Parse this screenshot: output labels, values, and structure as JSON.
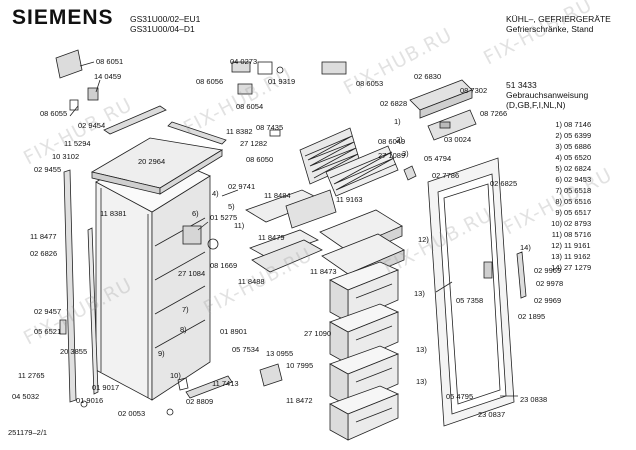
{
  "brand": "SIEMENS",
  "header": {
    "model_1": "GS31U00/02–EU1",
    "model_2": "GS31U00/04–D1",
    "category_1": "KÜHL–, GEFRIERGERÄTE",
    "category_2": "Gefrierschränke, Stand"
  },
  "manual": {
    "number": "51 3433",
    "title": "Gebrauchsanweisung",
    "languages": "(D,GB,F,I,NL,N)"
  },
  "legend": [
    {
      "num": "1)",
      "part": "08 7146"
    },
    {
      "num": "2)",
      "part": "05 6399"
    },
    {
      "num": "3)",
      "part": "05 6886"
    },
    {
      "num": "4)",
      "part": "05 6520"
    },
    {
      "num": "5)",
      "part": "02 6824"
    },
    {
      "num": "6)",
      "part": "02 9453"
    },
    {
      "num": "7)",
      "part": "05 6518"
    },
    {
      "num": "8)",
      "part": "05 6516"
    },
    {
      "num": "9)",
      "part": "05 6517"
    },
    {
      "num": "10)",
      "part": "02 8793"
    },
    {
      "num": "11)",
      "part": "08 5716"
    },
    {
      "num": "12)",
      "part": "11 9161"
    },
    {
      "num": "13)",
      "part": "11 9162"
    },
    {
      "num": "14)",
      "part": "27 1279"
    }
  ],
  "parts": {
    "p086051": "08 6051",
    "p140459": "14 0459",
    "p086055": "08 6055",
    "p029454": "02 9454",
    "p115294": "11 5294",
    "p103102": "10 3102",
    "p029455": "02 9455",
    "p209964": "20 2964",
    "p118381": "11 8381",
    "p118382": "11 8382",
    "p040273": "04 0273",
    "p086056": "08 6056",
    "p019319": "01 9319",
    "p086054": "08 6054",
    "p086053": "08 6053",
    "p026830": "02 6830",
    "p087302": "08 7302",
    "p026828": "02 6828",
    "p087266": "08 7266",
    "p087435": "08 7435",
    "p271282": "27 1282",
    "p086050": "08 6050",
    "p086049": "08 6049",
    "p271089": "27 1089",
    "p030024": "03 0024",
    "p054794": "05 4794",
    "p027786": "02 7786",
    "p026825": "02 6825",
    "p029741": "02 9741",
    "p118484": "11 8484",
    "p119163": "11 9163",
    "p015275": "01 5275",
    "p118477": "11 8477",
    "p026826": "02 6826",
    "p271084": "27 1084",
    "p081669": "08 1669",
    "p118479": "11 8479",
    "p118488": "11 8488",
    "p118473": "11 8473",
    "p029457": "02 9457",
    "p056521": "05 6521",
    "p203855": "20 3855",
    "p018901": "01 8901",
    "p271090": "27 1090",
    "p057358": "05 7358",
    "p029969a": "02 9969",
    "p029978": "02 9978",
    "p029969b": "02 9969",
    "p021895": "02 1895",
    "p057534": "05 7534",
    "p130955": "13 0955",
    "p107995": "10 7995",
    "p112765": "11 2765",
    "p019017": "01 9017",
    "p045032": "04 5032",
    "p019016": "01 9016",
    "p117413": "11 7413",
    "p028809": "02 8809",
    "p020053": "02 0053",
    "p118472": "11 8472",
    "p054795": "05 4795",
    "p230838": "23 0838",
    "p230837": "23 0837",
    "c4": "4)",
    "c5": "5)",
    "c6": "6)",
    "c11": "11)",
    "c12": "12)",
    "c13a": "13)",
    "c13b": "13)",
    "c13c": "13)",
    "c7": "7)",
    "c8": "8)",
    "c9": "9)",
    "c10": "10)",
    "c14": "14)",
    "c1": "1)",
    "c2": "2)",
    "c3": "3)"
  },
  "footer": "251179–2/1",
  "watermark": "FIX-HUB.RU"
}
